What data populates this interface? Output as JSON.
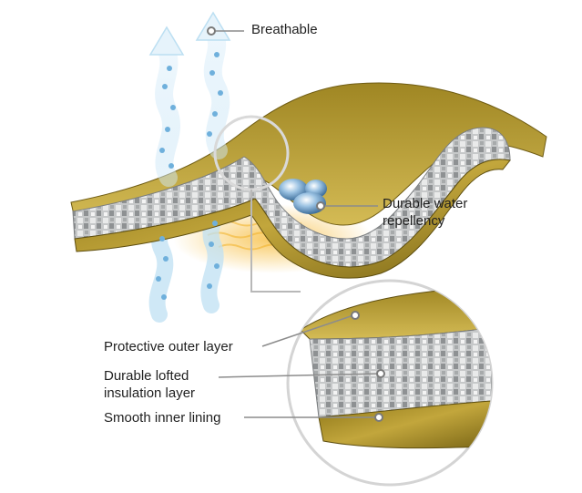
{
  "labels": {
    "breathable": "Breathable",
    "water_repellency_line1": "Durable water",
    "water_repellency_line2": "repellency",
    "outer_layer": "Protective outer layer",
    "insulation_line1": "Durable lofted",
    "insulation_line2": "insulation layer",
    "inner_lining": "Smooth inner lining"
  },
  "colors": {
    "fabric_gold": "#b59a31",
    "fabric_dark": "#6f5c14",
    "insulation_grey": "#bfc1c2",
    "vapor_blue": "#a8d4ee",
    "water_drop": "#6f9ec7",
    "warmth_glow": "#f6b62a",
    "leader_line": "#8c8c8c"
  },
  "icons": [
    "vapor-arrow-icon",
    "water-droplet-icon",
    "callout-dot-icon",
    "magnifier-circle-icon"
  ]
}
